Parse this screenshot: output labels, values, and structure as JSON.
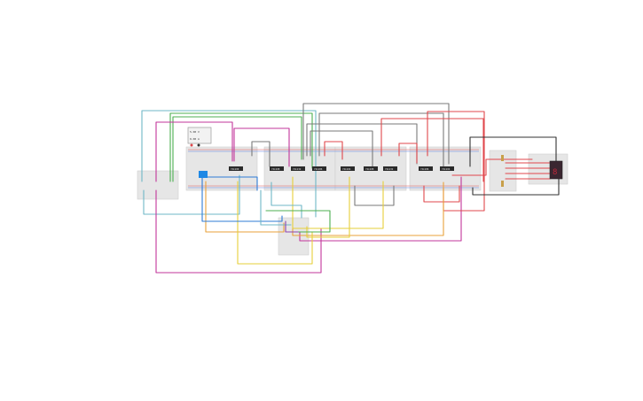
{
  "colors": {
    "wire_red": "#e0474c",
    "wire_green": "#4caf50",
    "wire_teal": "#6fb7c7",
    "wire_magenta": "#c2369b",
    "wire_gray": "#7a7a7a",
    "wire_orange": "#e9a23b",
    "wire_yellow": "#e6cf3a",
    "wire_blue": "#2f7bd6",
    "wire_purple": "#8e44ad",
    "wire_black": "#333333",
    "breadboard": "#e6e6e6"
  },
  "components": {
    "power_supply": {
      "icon": "power-supply-icon",
      "line1": "5.00 V",
      "line2": "0.00 A"
    },
    "chips": [
      {
        "label": "74LS00"
      },
      {
        "label": "74LS08"
      },
      {
        "label": "74LS32"
      },
      {
        "label": "74LS86"
      },
      {
        "label": "74LS04"
      },
      {
        "label": "74LS08"
      },
      {
        "label": "74LS32"
      },
      {
        "label": "74LS86"
      },
      {
        "label": "74LS04"
      }
    ],
    "seven_segment": {
      "icon": "seven-segment-display-icon",
      "digit": "8"
    },
    "dip_switch": {
      "icon": "dip-switch-icon"
    }
  }
}
